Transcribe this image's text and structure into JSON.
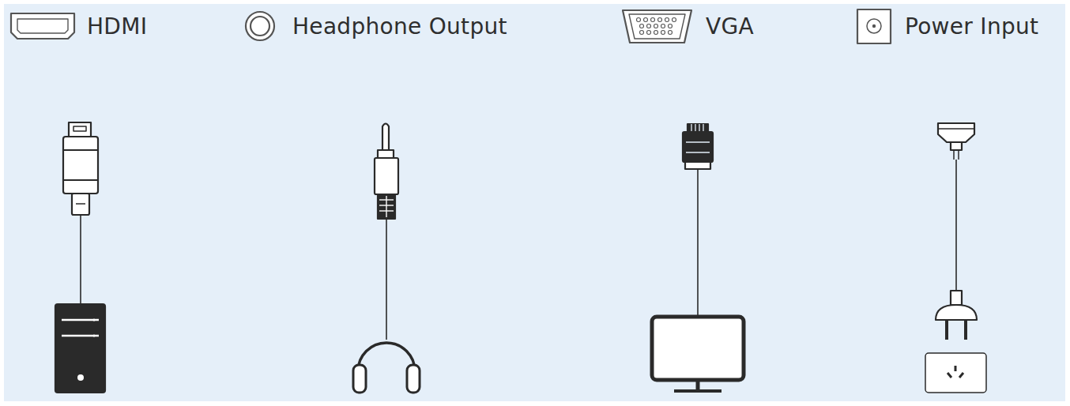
{
  "diagram": {
    "labels": [
      "HDMI",
      "Headphone Output",
      "VGA",
      "Power Input"
    ]
  }
}
